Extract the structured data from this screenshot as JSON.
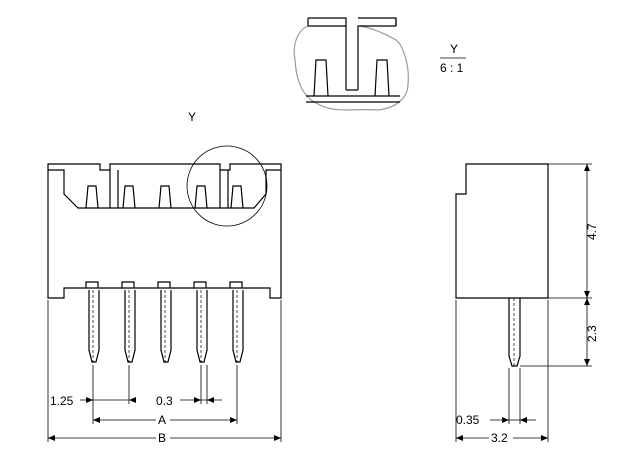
{
  "detail": {
    "view_letter": "Y",
    "scale": "6 : 1"
  },
  "front_view": {
    "view_marker": "Y"
  },
  "dimensions": {
    "pitch": "1.25",
    "pin_width": "0.3",
    "dim_a": "A",
    "dim_b": "B",
    "pin_thickness": "0.35",
    "depth": "3.2",
    "body_height": "4.7",
    "pin_length": "2.3"
  }
}
